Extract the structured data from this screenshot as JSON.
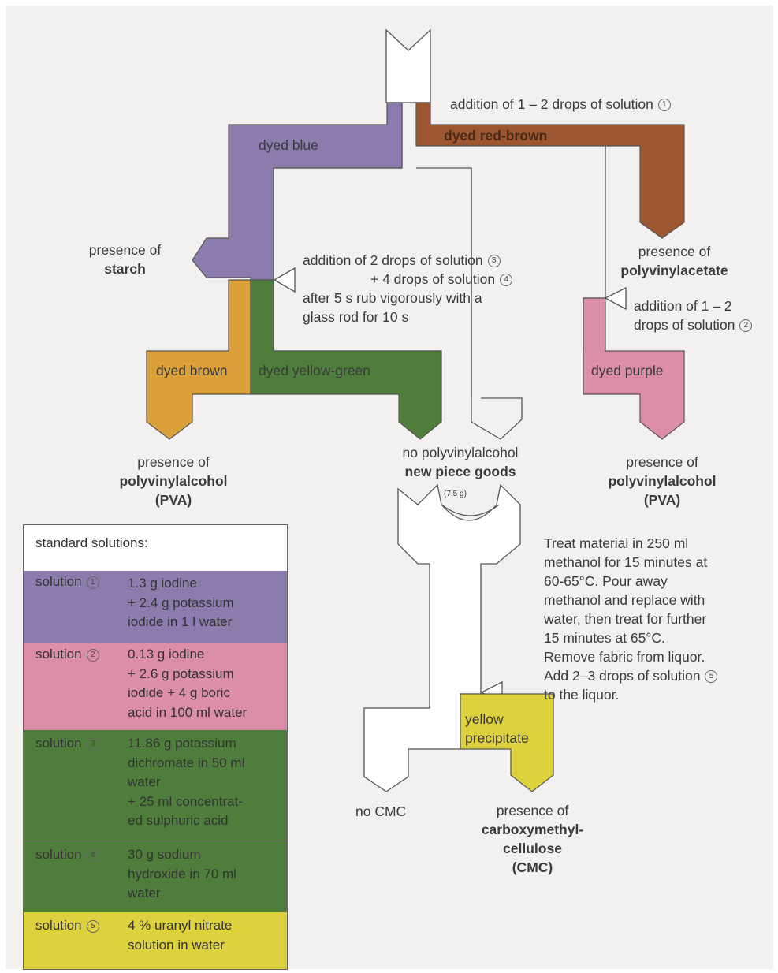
{
  "colors": {
    "purple": "#8c7cad",
    "brown": "#9c5630",
    "orange": "#dca03b",
    "green": "#4f7d3b",
    "pink": "#dd8ea7",
    "yellow": "#ddd23e",
    "background": "#f2f1ef"
  },
  "step1": {
    "text": "addition of 1 – 2 drops of solution",
    "num": "1"
  },
  "branch_blue": "dyed blue",
  "branch_redbrown": "dyed red-brown",
  "starch": {
    "line1": "presence of",
    "line2": "starch"
  },
  "pvac": {
    "line1": "presence of",
    "line2": "polyvinylacetate"
  },
  "step34": {
    "line1": "addition of 2 drops of solution",
    "num1": "3",
    "line2": "+ 4 drops of solution",
    "num2": "4",
    "line3": "after 5 s rub vigorously with a",
    "line4": "glass rod for 10 s"
  },
  "step2": {
    "line1": "addition of 1 – 2",
    "line2": "drops of solution",
    "num": "2"
  },
  "dyed_brown": "dyed brown",
  "dyed_yellow_green": "dyed yellow-green",
  "dyed_purple": "dyed purple",
  "pva_left": {
    "line1": "presence of",
    "line2": "polyvinylalcohol",
    "line3": "(PVA)"
  },
  "no_pva": {
    "line1": "no polyvinylalcohol",
    "line2": "new piece goods"
  },
  "pva_right": {
    "line1": "presence of",
    "line2": "polyvinylalcohol",
    "line3": "(PVA)"
  },
  "sample_weight": "(7.5 g)",
  "treatment": {
    "lines": [
      "Treat material in 250 ml",
      "methanol for 15 minutes at",
      "60-65°C. Pour away",
      "methanol and replace with",
      "water, then treat for further",
      "15 minutes at 65°C.",
      "Remove fabric from liquor.",
      "Add 2–3 drops of solution",
      "to the liquor."
    ],
    "num": "5"
  },
  "yellow_precipitate": {
    "line1": "yellow",
    "line2": "precipitate"
  },
  "no_cmc": "no CMC",
  "cmc": {
    "line1": "presence of",
    "line2": "carboxymethyl-",
    "line3": "cellulose",
    "line4": "(CMC)"
  },
  "legend": {
    "title": "standard solutions:",
    "solutions": [
      {
        "label": "solution",
        "num": "1",
        "text": "1.3 g iodine\n+ 2.4 g potassium\niodide in 1 l water",
        "color": "#8c7cad"
      },
      {
        "label": "solution",
        "num": "2",
        "text": "0.13 g iodine\n+ 2.6 g potassium\niodide + 4 g boric\nacid in 100 ml water",
        "color": "#dd8ea7"
      },
      {
        "label": "solution",
        "num": "3",
        "text": "11.86 g potassium\ndichromate in 50 ml\nwater\n+ 25 ml concentrat-\ned sulphuric acid",
        "color": "#4f7d3b"
      },
      {
        "label": "solution",
        "num": "4",
        "text": "30 g sodium\nhydroxide in 70 ml\nwater",
        "color": "#4f7d3b"
      },
      {
        "label": "solution",
        "num": "5",
        "text": "4 % uranyl nitrate\nsolution in water",
        "color": "#ddd23e"
      }
    ]
  }
}
